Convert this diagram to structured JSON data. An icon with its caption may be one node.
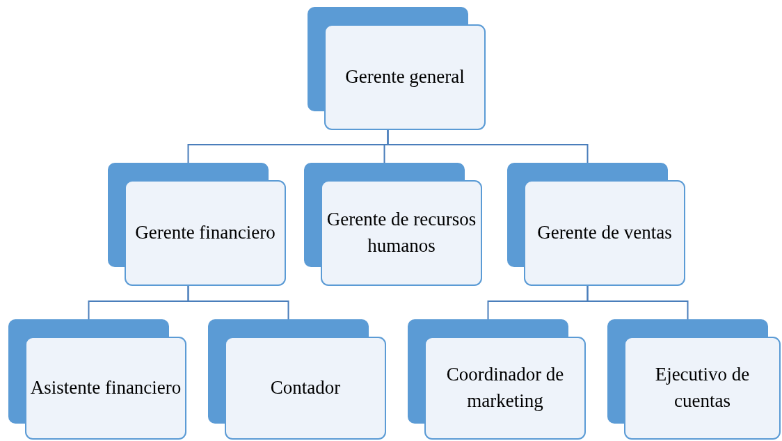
{
  "diagram": {
    "nodes": [
      {
        "text": [
          "Gerente general"
        ]
      },
      {
        "text": [
          "Gerente financiero"
        ]
      },
      {
        "text": [
          "Gerente de recursos humanos"
        ]
      },
      {
        "text": [
          "Gerente de ventas"
        ]
      },
      {
        "text": [
          "Asistente financiero"
        ]
      },
      {
        "text": [
          "Contador"
        ]
      },
      {
        "text": [
          "Coordinador de marketing"
        ]
      },
      {
        "text": [
          "Ejecutivo de cuentas"
        ]
      }
    ],
    "edges": [
      {
        "from": 0,
        "to": 1,
        "arrow": "none"
      },
      {
        "from": 0,
        "to": 2,
        "arrow": "none"
      },
      {
        "from": 0,
        "to": 3,
        "arrow": "none"
      },
      {
        "from": 1,
        "to": 4,
        "arrow": "none"
      },
      {
        "from": 1,
        "to": 5,
        "arrow": "none"
      },
      {
        "from": 3,
        "to": 6,
        "arrow": "none"
      },
      {
        "from": 3,
        "to": 7,
        "arrow": "none"
      }
    ]
  }
}
